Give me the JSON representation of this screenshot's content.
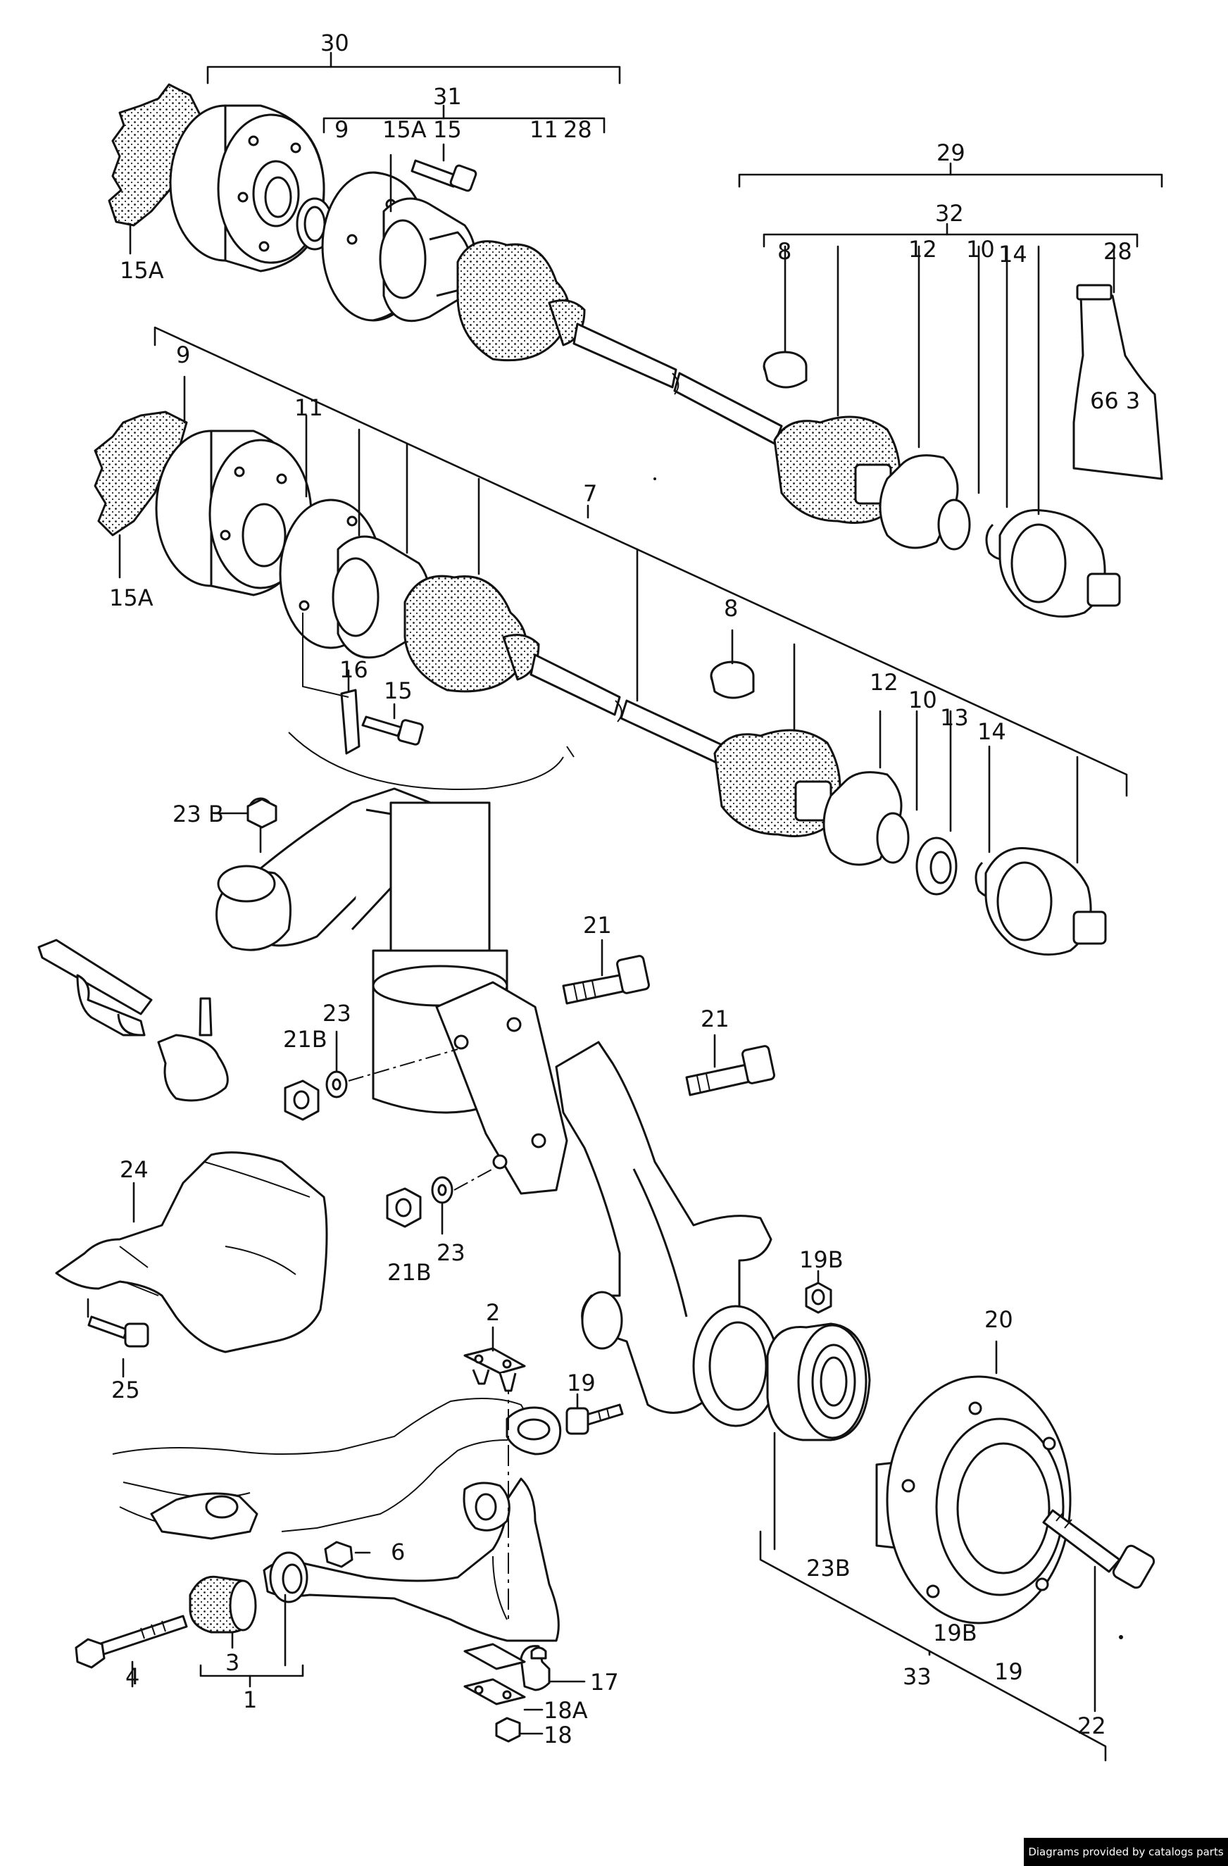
{
  "labels": {
    "l30": "30",
    "l31": "31",
    "l9a": "9",
    "l15Aa": "15A",
    "l15a": "15",
    "l11a": "11",
    "l28a": "28",
    "l15Ab": "15A",
    "l29": "29",
    "l32": "32",
    "l8a": "8",
    "l12a": "12",
    "l10a": "10",
    "l14a": "14",
    "l28b": "28",
    "l9b": "9",
    "l11b": "11",
    "l15Ac": "15A",
    "l7": "7",
    "l8b": "8",
    "l16": "16",
    "l15b": "15",
    "l12b": "12",
    "l10b": "10",
    "l13": "13",
    "l14b": "14",
    "l23Ba": "23 B",
    "l21a": "21",
    "l23a": "23",
    "l21Ba": "21B",
    "l21b": "21",
    "l24": "24",
    "l21Bb": "21B",
    "l23b": "23",
    "l19Ba": "19B",
    "l20": "20",
    "l25": "25",
    "l2": "2",
    "l19a": "19",
    "l6": "6",
    "l23Bb": "23B",
    "l19Bb": "19B",
    "l33": "33",
    "l19b": "19",
    "l3": "3",
    "l4": "4",
    "l1": "1",
    "l17": "17",
    "l18A": "18A",
    "l18": "18",
    "l22": "22"
  },
  "tube_marking": "66 3",
  "footer_text": "Diagrams provided by catalogs parts"
}
